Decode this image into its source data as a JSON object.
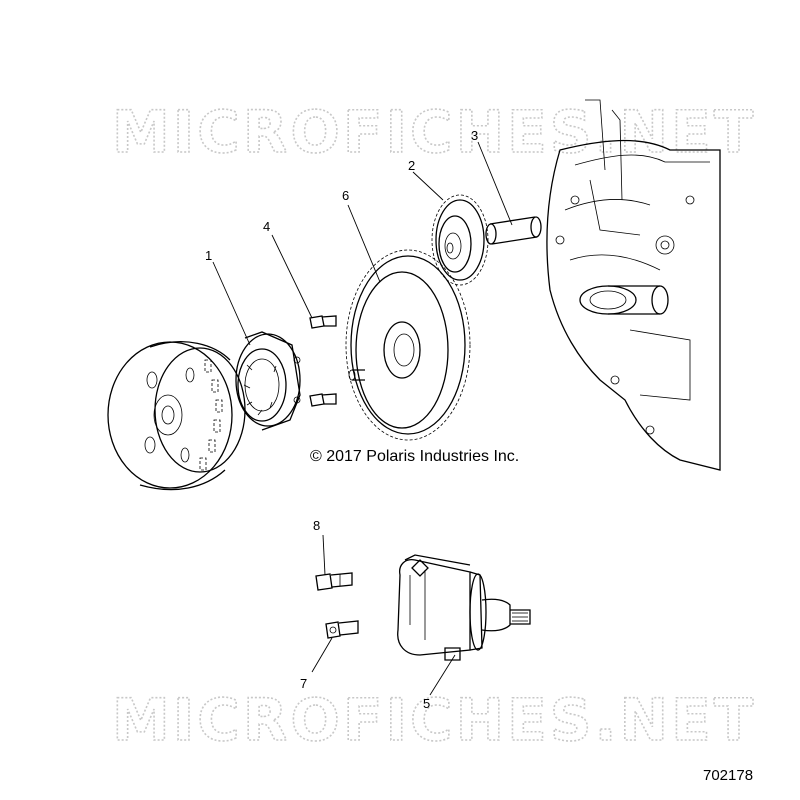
{
  "watermark": {
    "top": "MICROFICHES.NET",
    "bottom": "MICROFICHES.NET"
  },
  "copyright": "© 2017 Polaris Industries Inc.",
  "figure_number": "702178",
  "callouts": [
    "1",
    "2",
    "3",
    "4",
    "5",
    "6",
    "7",
    "8"
  ]
}
